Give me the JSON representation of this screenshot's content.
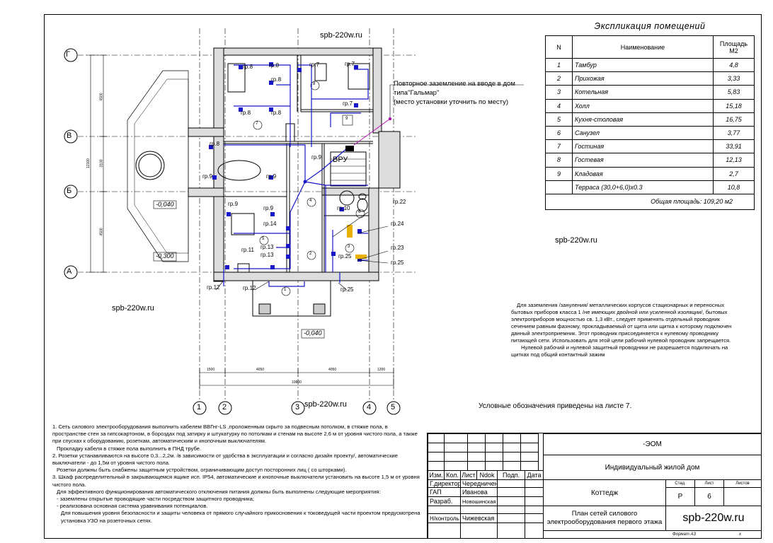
{
  "watermark": "spb-220w.ru",
  "explication": {
    "title": "Экспликация помещений",
    "headers": [
      "N",
      "Наименование",
      "Площадь М2"
    ],
    "rows": [
      [
        "1",
        "Тамбур",
        "4,8"
      ],
      [
        "2",
        "Прихожая",
        "3,33"
      ],
      [
        "3",
        "Котельная",
        "5,83"
      ],
      [
        "4",
        "Холл",
        "15,18"
      ],
      [
        "5",
        "Кухня-столовая",
        "16,75"
      ],
      [
        "6",
        "Санузел",
        "3,77"
      ],
      [
        "7",
        "Гостиная",
        "33,91"
      ],
      [
        "8",
        "Гостевая",
        "12,13"
      ],
      [
        "9",
        "Кладовая",
        "2,7"
      ],
      [
        "",
        "Терраса (30,0+6,0)х0.3",
        "10,8"
      ]
    ],
    "total": "Общая площадь: 109,20 м2"
  },
  "plan": {
    "axes_letters": [
      "Г",
      "В",
      "Б",
      "А"
    ],
    "axes_numbers": [
      "1",
      "2",
      "3",
      "4",
      "5"
    ],
    "dims_vertical": [
      "4500",
      "3100",
      "4500",
      "12100"
    ],
    "dims_horizontal": [
      "1500",
      "4050",
      "4050",
      "1200",
      "10800"
    ],
    "levels": [
      "-0,040",
      "-0,300",
      "-0,040"
    ],
    "room_numbers": [
      "1",
      "2",
      "3",
      "4",
      "5",
      "6",
      "7",
      "8",
      "9"
    ],
    "groups": [
      "гр.8",
      "гр.8",
      "гр.8",
      "гр.8",
      "гр.8",
      "гр.7",
      "гр.7",
      "гр.7",
      "гр.8",
      "гр.9",
      "гр.9",
      "гр.9",
      "гр.9",
      "гр.9",
      "гр.10",
      "гр.22",
      "гр.24",
      "гр.23",
      "гр.25",
      "гр.25",
      "гр.14",
      "гр.13",
      "гр.13",
      "гр.11",
      "гр.12",
      "гр.12",
      "гр.25"
    ],
    "vru": "ВРУ",
    "grounding_note": [
      "Повторное заземление на вводе в дом",
      "типа\"Гальмар\"",
      "(место установки уточнить по месту)"
    ]
  },
  "legend_ref": "Условные обозначения приведены на листе 7.",
  "right_notes": [
    "Для заземления /зануления/ металлических корпусов  стационарных и переносных бытовых приборов класса 1 /не имеющих двойной или усиленной изоляции/, бытовых электроприборов мощностью св. 1,3 кВт., следует применять отдельный проводник сечением равным фазному, прокладываемый от щита или щитка к которому подключен данный электроприемник. Этот проводник присоединяется к нулевому проводнику питающей сети. Использовать для этой цели рабочий нулевой проводник запрещается.",
    "Нулевой рабочий и нулевой защитный проводники не разрешается подключать на щитках под общий контактный зажим"
  ],
  "notes": [
    "1. Сеть силового электрооборудования выполнить кабелем ВВГнг-LS  ,проложенным скрыто за подвесным потолком, в стяжке пола, в пространстве стен за гипсокартоном, в бороздах  под затирку и штукатурку по потолкам и стенам на высоте 2,6 м от уровня чистого пола,  а также при  спусках к оборудованию, розеткам, автоматическим и кнопочным выключателям.",
    "Прокладку кабеля в стяжке пола выполнить в ПНД трубе.",
    "2. Розетки устанавливаются на высоте 0,3...2,2м. /в зависимости от удобства в эксплуатации и согласно дизайн проекту/, автоматические выключатели  - до 1,5м от уровня чистого пола.",
    "Розетки должны быть снабжены защитным устройством, ограничивающим доступ посторонних лиц ( со шторками).",
    "3. Шкаф  распределительный в закрывающемся ящике исп. IP54, автоматические и кнопочные выключатели установить на высоте 1,5 м от уровня чистого пола.",
    "Для эффективного функционирования автоматического отключения питания должны быть выполнены  следующие мероприятия:",
    "- заземлены открытые проводящие части посредством защитного проводника;",
    "- реализована основная система уравнивания потенциалов.",
    "Для повышения уровня безопасности и защиты человека от прямого случайного прикосновения к токоведущей части проектом предусмотрена установка УЗО на розеточных сетях."
  ],
  "title_block": {
    "code": "-ЭОМ",
    "project": "Индивидуальный жилой дом",
    "object": "Коттедж",
    "sheet_title": [
      "План сетей силового",
      "электрооборудования первого этажа"
    ],
    "headers": [
      "Изм.",
      "Кол.",
      "Лист",
      "Ndok",
      "Подп.",
      "Дата"
    ],
    "people": [
      {
        "role": "Г.директор",
        "name": "Чередниченко"
      },
      {
        "role": "ГАП",
        "name": "Иванова"
      },
      {
        "role": "Разраб.",
        "name": "Новошинская"
      },
      {
        "role": "",
        "name": ""
      },
      {
        "role": "Н/контроль",
        "name": "Чижевская"
      }
    ],
    "stage_header": "Стад.",
    "sheet_header": "Лист",
    "sheets_header": "Листов",
    "stage": "Р",
    "sheet": "6",
    "sheets": "",
    "format": "Формат А3",
    "format_mark": "х"
  }
}
